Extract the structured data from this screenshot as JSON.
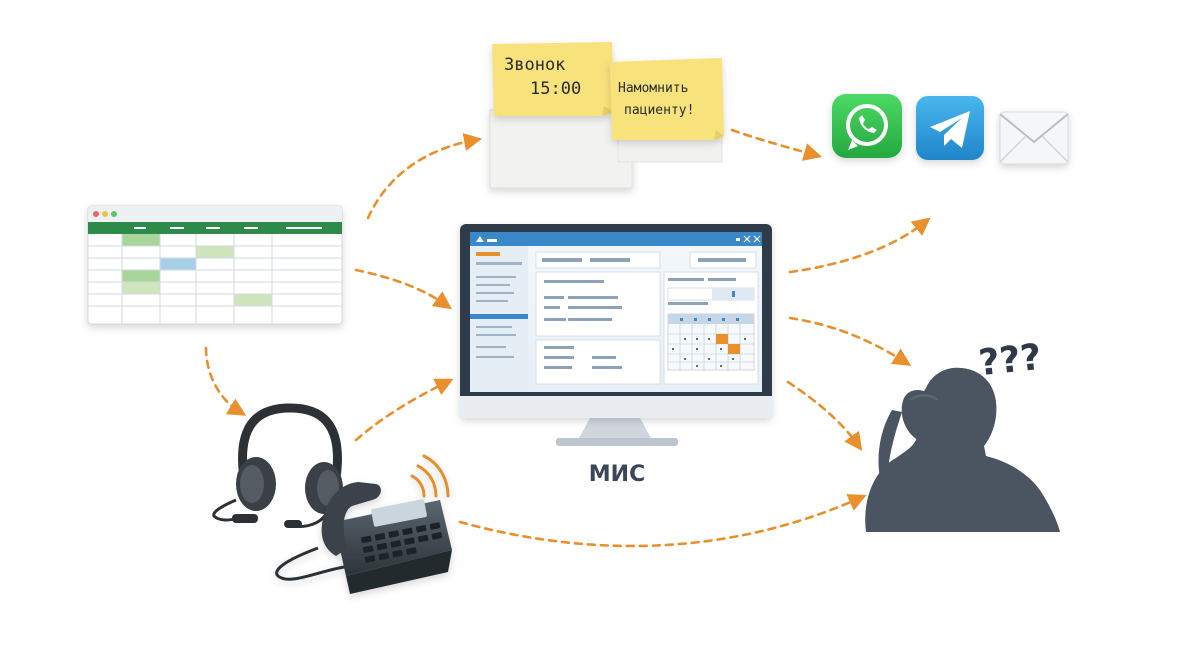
{
  "sticky_notes": {
    "note1": {
      "line1": "Звонок",
      "line2": "15:00"
    },
    "note2": {
      "line1": "Намомнить",
      "line2": "пациенту!"
    }
  },
  "monitor": {
    "label": "МИС"
  },
  "person": {
    "thought": "???"
  },
  "messengers": {
    "icons": [
      "whatsapp-icon",
      "telegram-icon",
      "mail-icon"
    ]
  },
  "colors": {
    "arrow": "#e98f2c",
    "sticky": "#f7e27c",
    "monitor_accent": "#3a88c9",
    "whatsapp": "#37c24f",
    "telegram": "#2f9fe0",
    "silhouette": "#4a5561"
  }
}
